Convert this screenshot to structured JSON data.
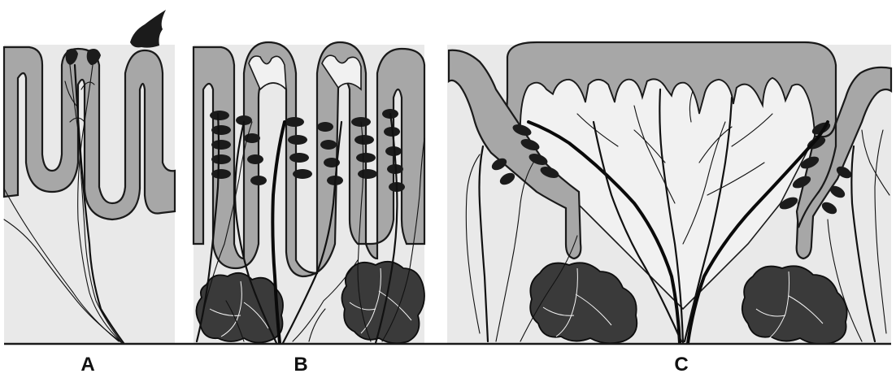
{
  "figure": {
    "panels": [
      {
        "id": "A",
        "label": "A"
      },
      {
        "id": "B",
        "label": "B"
      },
      {
        "id": "C",
        "label": "C"
      }
    ]
  },
  "colors": {
    "background": "#e9e9e9",
    "tissue": "#a7a7a7",
    "lumen": "#f1f1f1",
    "nerve": "#111111",
    "gland": "#3a3a3a"
  }
}
